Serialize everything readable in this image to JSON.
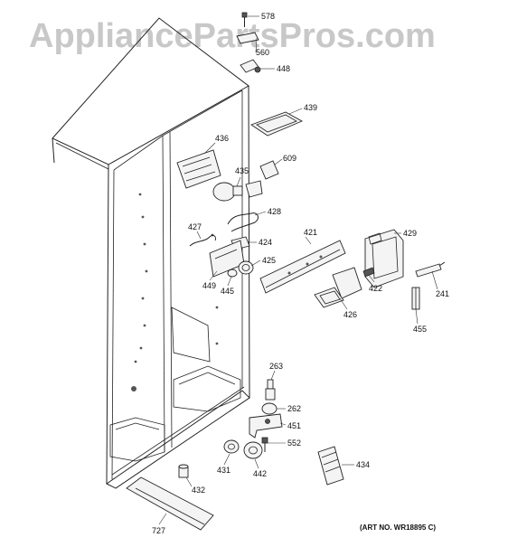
{
  "watermark": "AppliancePartsPros.com",
  "art_number": "(ART NO. WR18895 C)",
  "callouts": {
    "c578": "578",
    "c560": "560",
    "c448": "448",
    "c439": "439",
    "c436": "436",
    "c609": "609",
    "c435": "435",
    "c428": "428",
    "c427": "427",
    "c424": "424",
    "c421": "421",
    "c429": "429",
    "c425": "425",
    "c449": "449",
    "c445": "445",
    "c422": "422",
    "c241": "241",
    "c426": "426",
    "c455": "455",
    "c263": "263",
    "c262": "262",
    "c451": "451",
    "c552": "552",
    "c431": "431",
    "c442": "442",
    "c434": "434",
    "c432": "432",
    "c727": "727"
  },
  "colors": {
    "line": "#222222",
    "watermark": "#c8c8c8",
    "background": "#ffffff"
  }
}
